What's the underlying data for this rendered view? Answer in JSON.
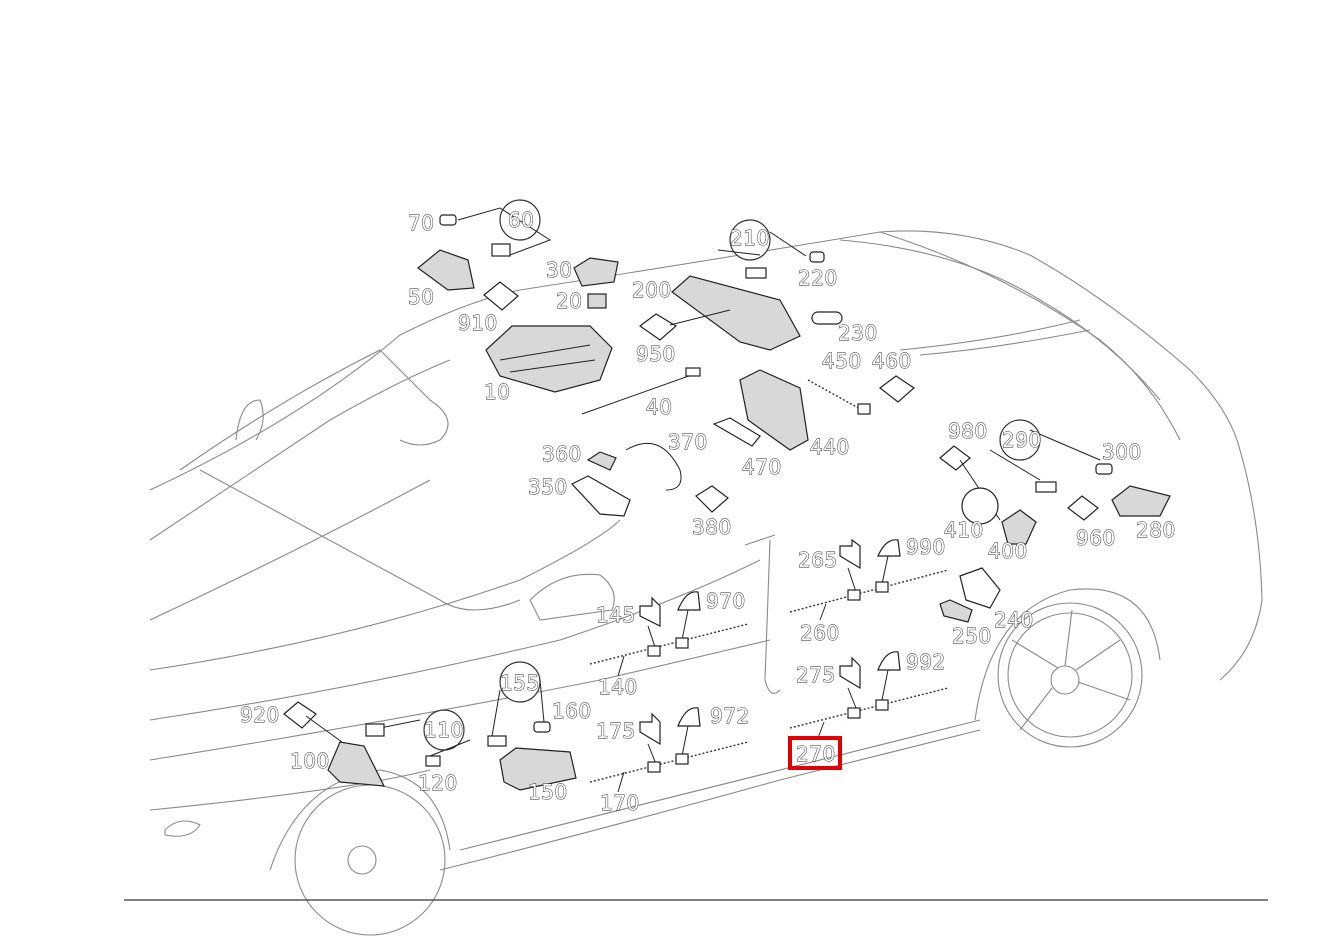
{
  "diagram": {
    "highlighted_part": "270",
    "labels": {
      "p70": "70",
      "p60": "60",
      "p50": "50",
      "p910": "910",
      "p30": "30",
      "p20": "20",
      "p10": "10",
      "p40": "40",
      "p210": "210",
      "p220": "220",
      "p200": "200",
      "p230": "230",
      "p950": "950",
      "p450": "450",
      "p460": "460",
      "p440": "440",
      "p470": "470",
      "p360": "360",
      "p370": "370",
      "p350": "350",
      "p380": "380",
      "p980": "980",
      "p290": "290",
      "p300": "300",
      "p410": "410",
      "p400": "400",
      "p960": "960",
      "p280": "280",
      "p265": "265",
      "p990": "990",
      "p260": "260",
      "p240": "240",
      "p250": "250",
      "p145": "145",
      "p970": "970",
      "p140": "140",
      "p275": "275",
      "p992": "992",
      "p270": "270",
      "p155": "155",
      "p160": "160",
      "p110": "110",
      "p120": "120",
      "p920": "920",
      "p100": "100",
      "p150": "150",
      "p175": "175",
      "p972": "972",
      "p170": "170"
    }
  }
}
